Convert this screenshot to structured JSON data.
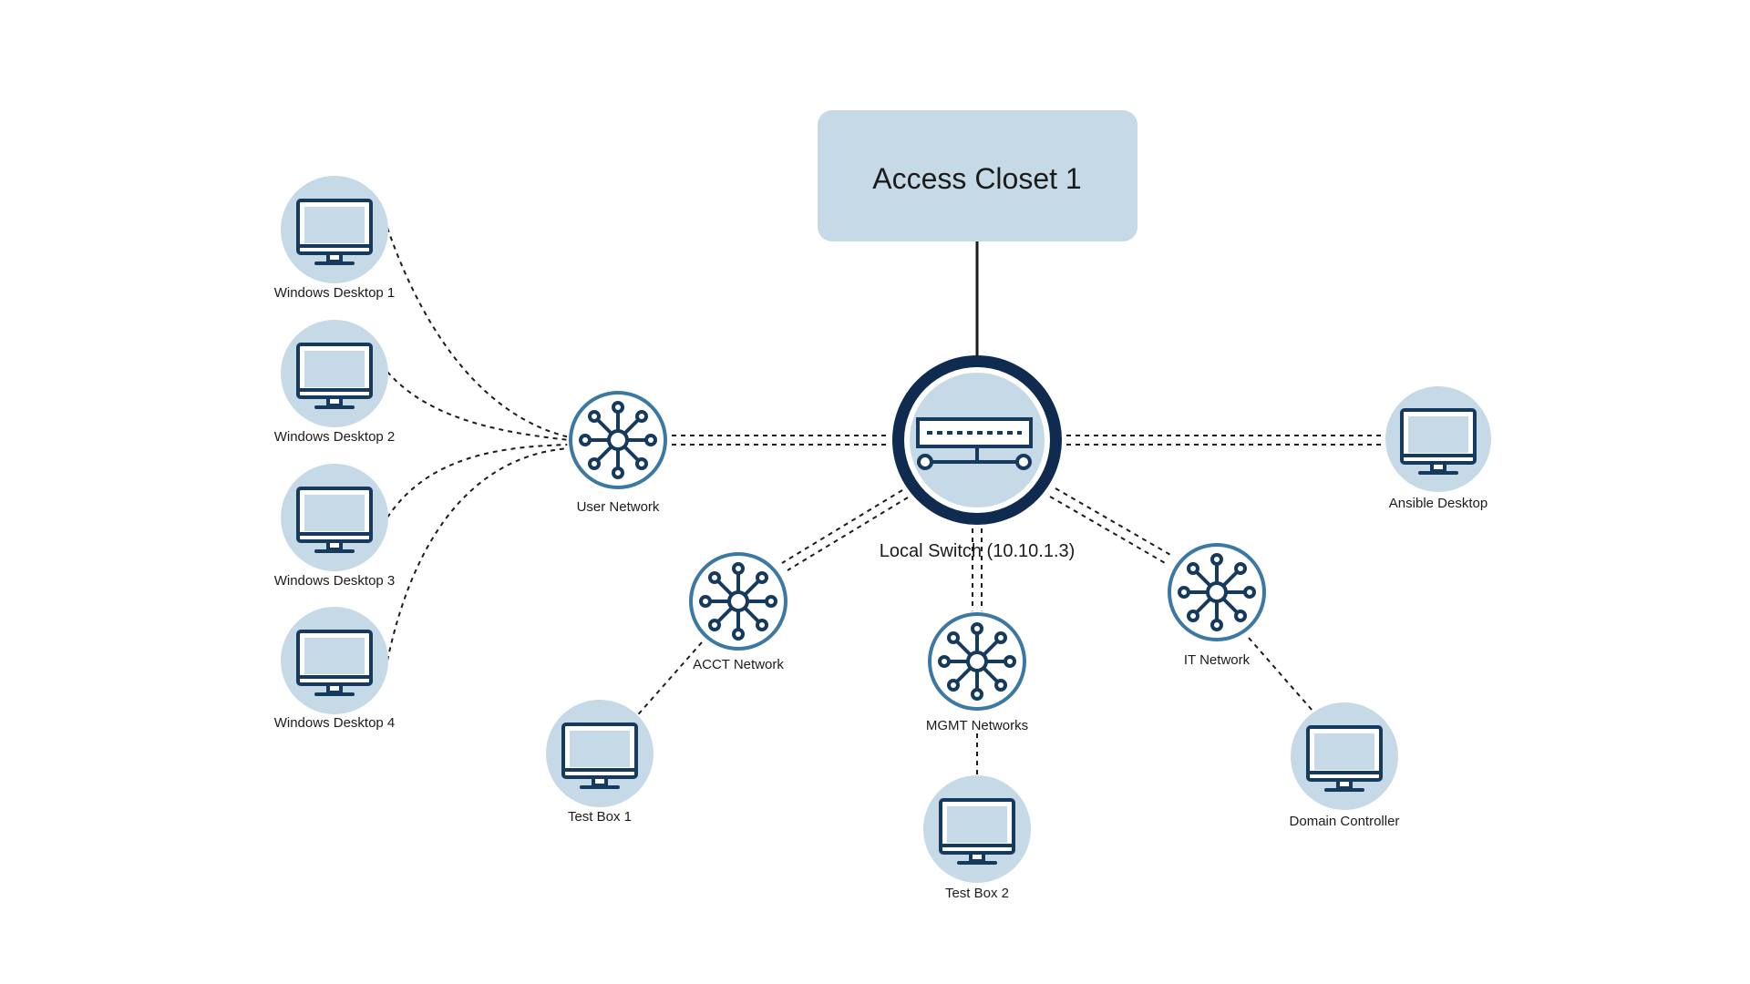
{
  "diagram": {
    "title_box": {
      "label": "Access Closet 1"
    },
    "switch": {
      "label": "Local Switch (10.10.1.3)"
    },
    "networks": {
      "user": {
        "label": "User Network"
      },
      "acct": {
        "label": "ACCT Network"
      },
      "mgmt": {
        "label": "MGMT Networks"
      },
      "it": {
        "label": "IT Network"
      }
    },
    "hosts": {
      "win1": {
        "label": "Windows Desktop 1"
      },
      "win2": {
        "label": "Windows Desktop 2"
      },
      "win3": {
        "label": "Windows Desktop 3"
      },
      "win4": {
        "label": "Windows Desktop 4"
      },
      "ansible": {
        "label": "Ansible Desktop"
      },
      "test1": {
        "label": "Test Box 1"
      },
      "test2": {
        "label": "Test Box 2"
      },
      "dc": {
        "label": "Domain Controller"
      }
    },
    "colors": {
      "node_fill": "#c5dae6",
      "network_ring": "#3b78a3",
      "switch_ring": "#0f2b4f",
      "icon_stroke": "#163a5e",
      "box_fill": "#c5dae6",
      "line": "#1b1b1b"
    },
    "icons": {
      "host": "desktop-monitor-icon",
      "network": "network-hub-icon",
      "switch": "network-switch-icon"
    }
  }
}
